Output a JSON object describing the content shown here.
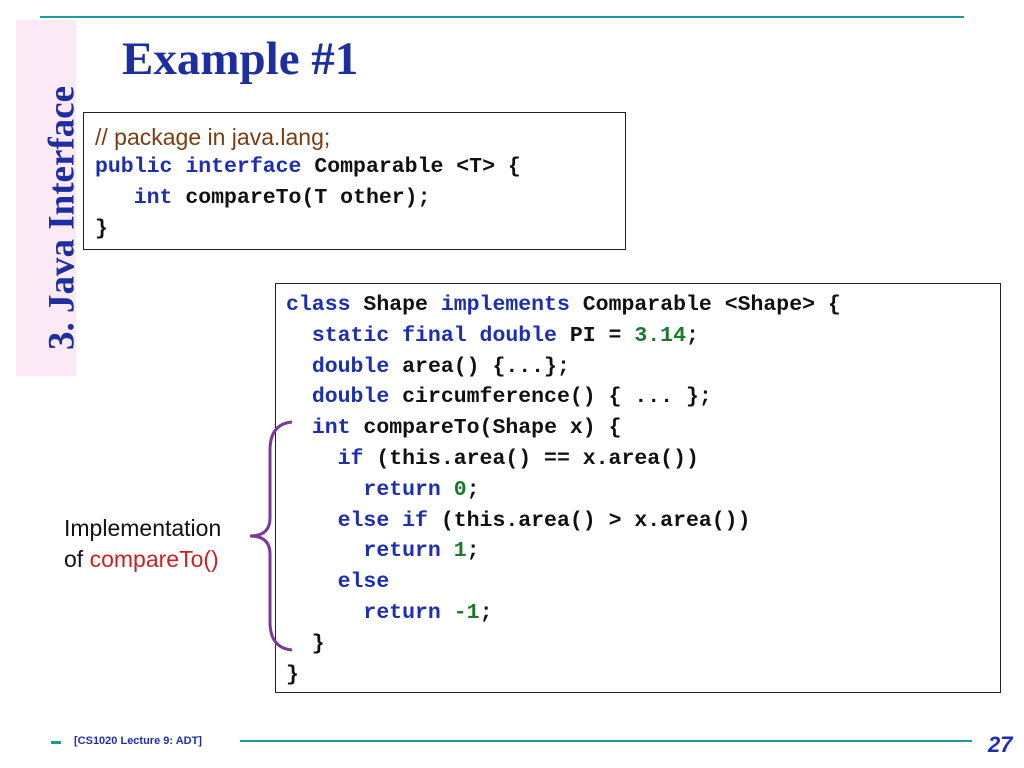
{
  "slide": {
    "side_tab": "3. Java Interface",
    "title": "Example #1",
    "footer": "[CS1020 Lecture 9: ADT]",
    "page_number": "27"
  },
  "interface_box": {
    "comment": "// package in java.lang;",
    "lines": [
      [
        {
          "t": "public",
          "k": "kw"
        },
        {
          "t": " "
        },
        {
          "t": "interface",
          "k": "kw"
        },
        {
          "t": " Comparable <T> {"
        }
      ],
      [
        {
          "t": "   "
        },
        {
          "t": "int",
          "k": "kw"
        },
        {
          "t": " compareTo(T other);"
        }
      ],
      [
        {
          "t": "}"
        }
      ]
    ]
  },
  "class_box": {
    "lines": [
      [
        {
          "t": "class",
          "k": "kw"
        },
        {
          "t": " Shape "
        },
        {
          "t": "implements",
          "k": "kw"
        },
        {
          "t": " Comparable <Shape> {"
        }
      ],
      [
        {
          "t": "  "
        },
        {
          "t": "static final double",
          "k": "kw"
        },
        {
          "t": " PI = "
        },
        {
          "t": "3.14",
          "k": "num"
        },
        {
          "t": ";"
        }
      ],
      [
        {
          "t": "  "
        },
        {
          "t": "double",
          "k": "kw"
        },
        {
          "t": " area() {...};"
        }
      ],
      [
        {
          "t": "  "
        },
        {
          "t": "double",
          "k": "kw"
        },
        {
          "t": " circumference() { ... };"
        }
      ],
      [
        {
          "t": "  "
        },
        {
          "t": "int",
          "k": "kw"
        },
        {
          "t": " compareTo(Shape x) {"
        }
      ],
      [
        {
          "t": "    "
        },
        {
          "t": "if",
          "k": "kw"
        },
        {
          "t": " (this.area() == x.area())"
        }
      ],
      [
        {
          "t": "      "
        },
        {
          "t": "return",
          "k": "kw"
        },
        {
          "t": " "
        },
        {
          "t": "0",
          "k": "num"
        },
        {
          "t": ";"
        }
      ],
      [
        {
          "t": "    "
        },
        {
          "t": "else if",
          "k": "kw"
        },
        {
          "t": " (this.area() > x.area())"
        }
      ],
      [
        {
          "t": "      "
        },
        {
          "t": "return",
          "k": "kw"
        },
        {
          "t": " "
        },
        {
          "t": "1",
          "k": "num"
        },
        {
          "t": ";"
        }
      ],
      [
        {
          "t": "    "
        },
        {
          "t": "else",
          "k": "kw"
        }
      ],
      [
        {
          "t": "      "
        },
        {
          "t": "return",
          "k": "kw"
        },
        {
          "t": " "
        },
        {
          "t": "-1",
          "k": "num"
        },
        {
          "t": ";"
        }
      ],
      [
        {
          "t": "  }"
        }
      ],
      [
        {
          "t": "}"
        }
      ]
    ]
  },
  "annotation": {
    "line1": "Implementation",
    "line2_prefix": "of ",
    "line2_highlight": "compareTo()"
  },
  "colors": {
    "keyword": "#1d2fb0",
    "number": "#1a7a2a",
    "comment": "#7a3d10",
    "title": "#1d2f9e",
    "highlight": "#cc1f1f",
    "brace": "#7a3a9a",
    "accent_rule": "#1a9a9a",
    "side_tab_bg": "#fbe9f6"
  }
}
